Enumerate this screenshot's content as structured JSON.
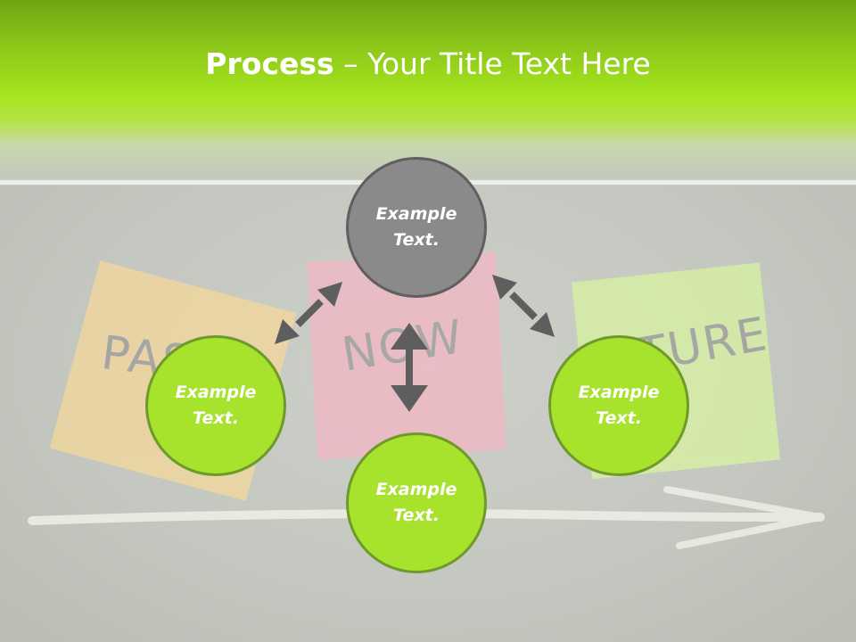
{
  "title": {
    "bold": "Process",
    "rest": " – Your Title Text Here"
  },
  "notes": [
    {
      "text": "PAST",
      "color": "#f7d89a"
    },
    {
      "text": "NOW",
      "color": "#f5b6c4"
    },
    {
      "text": "FUTURE",
      "color": "#d9f5a0"
    }
  ],
  "circles": {
    "top": {
      "line1": "Example",
      "line2": "Text."
    },
    "left": {
      "line1": "Example",
      "line2": "Text."
    },
    "right": {
      "line1": "Example",
      "line2": "Text."
    },
    "bottom": {
      "line1": "Example",
      "line2": "Text."
    }
  },
  "colors": {
    "header_green": "#a6e61e",
    "circle_green": "#a7e22c",
    "circle_gray": "#8a8a8a",
    "arrow": "#5e5e5e"
  }
}
